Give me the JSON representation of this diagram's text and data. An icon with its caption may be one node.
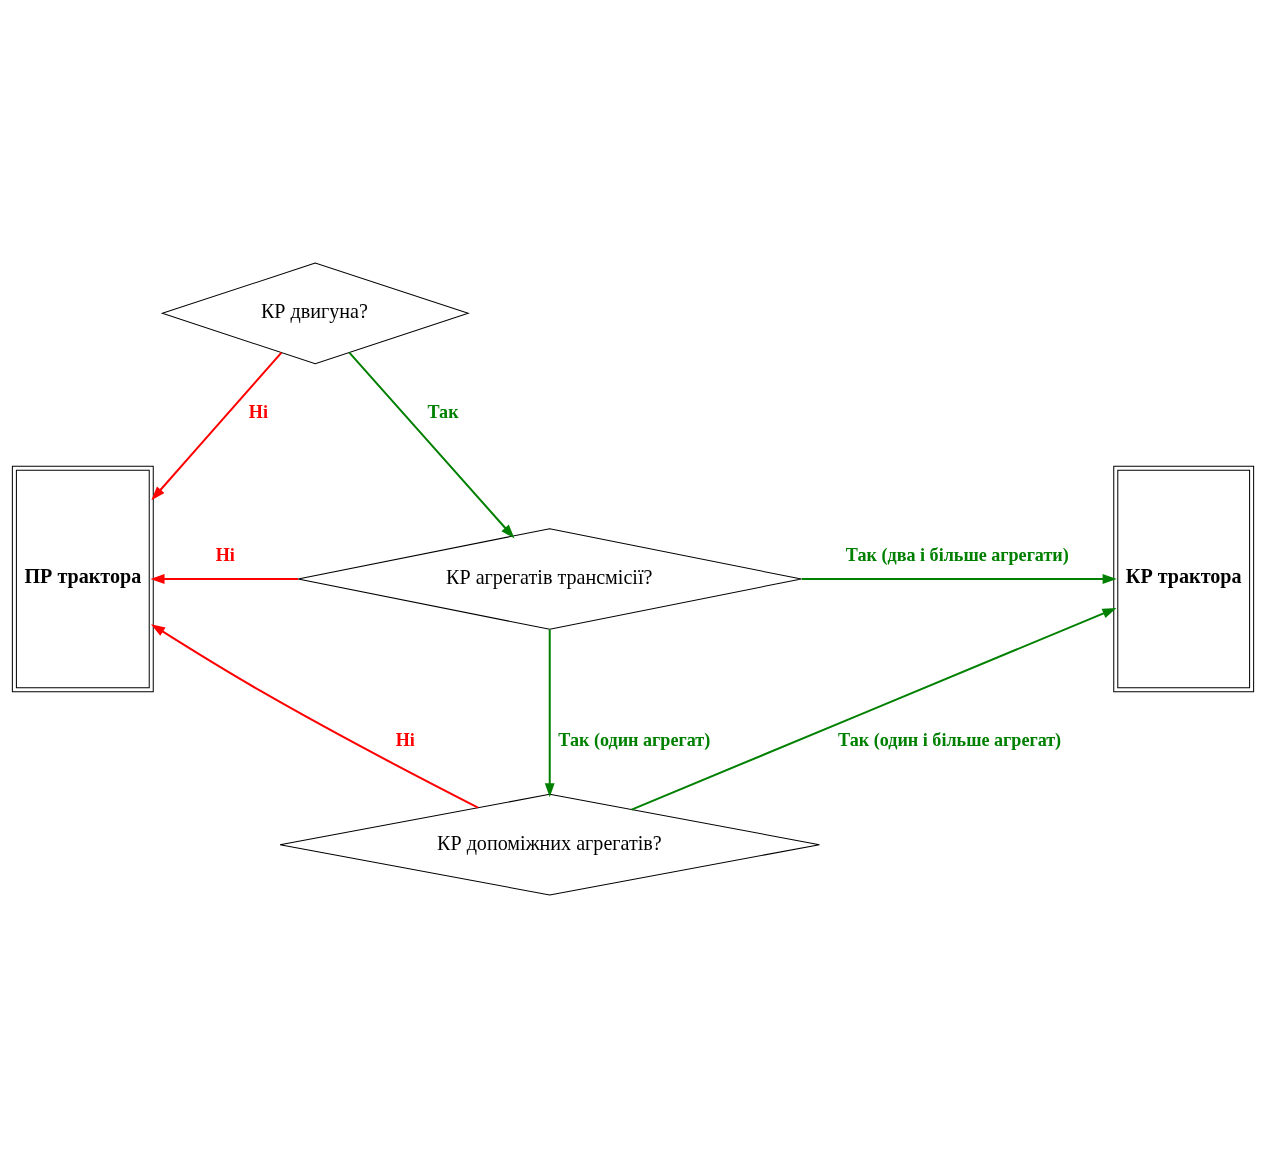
{
  "diagram": {
    "nodes": [
      {
        "text": [
          "ПР трактора"
        ]
      },
      {
        "text": [
          "КР двигуна?"
        ]
      },
      {
        "text": [
          "КР агрегатів трансмісії?"
        ]
      },
      {
        "text": [
          "КР допоміжних агрегатів?"
        ]
      },
      {
        "text": [
          "КР трактора"
        ]
      }
    ],
    "edges": [
      {
        "from": 1,
        "to": 0,
        "arrow": "to",
        "label": "Ні",
        "color": "#ff0000"
      },
      {
        "from": 1,
        "to": 2,
        "arrow": "to",
        "label": "Так",
        "color": "#008000"
      },
      {
        "from": 2,
        "to": 0,
        "arrow": "to",
        "label": "Ні",
        "color": "#ff0000"
      },
      {
        "from": 2,
        "to": 4,
        "arrow": "to",
        "label": "Так (два і більше агрегати)",
        "color": "#008000"
      },
      {
        "from": 2,
        "to": 3,
        "arrow": "to",
        "label": "Так (один агрегат)",
        "color": "#008000"
      },
      {
        "from": 3,
        "to": 0,
        "arrow": "to",
        "label": "Ні",
        "color": "#ff0000"
      },
      {
        "from": 3,
        "to": 4,
        "arrow": "to",
        "label": "Так (один і більше агрегат)",
        "color": "#008000"
      }
    ]
  }
}
